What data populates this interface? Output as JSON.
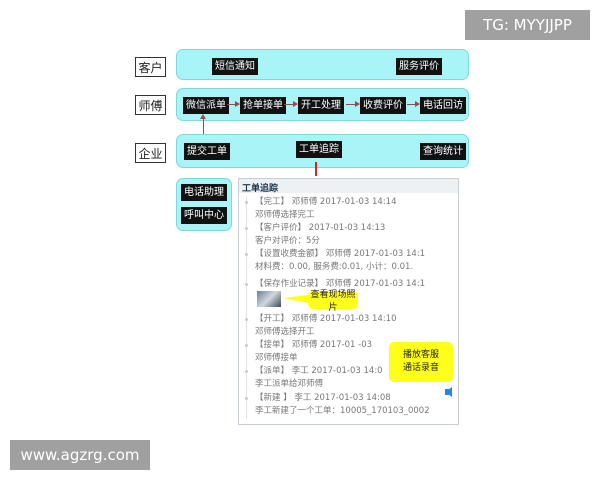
{
  "watermark_top": "TG: MYYJJPP",
  "watermark_bottom": "www.agzrg.com",
  "roles": {
    "customer": "客户",
    "master": "师傅",
    "enterprise": "企业"
  },
  "customer_row": [
    "短信通知",
    "服务评价"
  ],
  "master_row": [
    "微信派单",
    "抢单接单",
    "开工处理",
    "收费评价",
    "电话回访"
  ],
  "enterprise_row": [
    "提交工单",
    "工单追踪",
    "查询统计"
  ],
  "side": [
    "电话助理",
    "呼叫中心"
  ],
  "panel": {
    "title": "工单追踪",
    "lines": [
      "【完工】 邓师傅 2017-01-03 14:14",
      "邓师傅选择完工",
      "【客户评价】 2017-01-03 14:13",
      "客户对评价：5分",
      "【设置收费金额】 邓师傅 2017-01-03 14:1",
      "材料费：0.00, 服务费:0.01, 小计：0.01.",
      "【保存作业记录】 邓师傅 2017-01-03 14:1",
      "【开工】 邓师傅 2017-01-03 14:10",
      "邓师傅选择开工",
      "【接单】 邓师傅 2017-01 -03",
      "邓师傅接单",
      "【派单】 李工 2017-01-03 14:0",
      "李工派单给邓师傅",
      "【新建 】 李工 2017-01-03 14:08",
      "李工新建了一个工单：10005_170103_0002"
    ],
    "photo_callout": "查看现场照片",
    "audio_callout": "播放客服通话录音"
  },
  "colors": {
    "row": "#a8f4f6",
    "chip": "#111111",
    "callout": "#ffff1a",
    "speaker": "#1e88e5"
  }
}
